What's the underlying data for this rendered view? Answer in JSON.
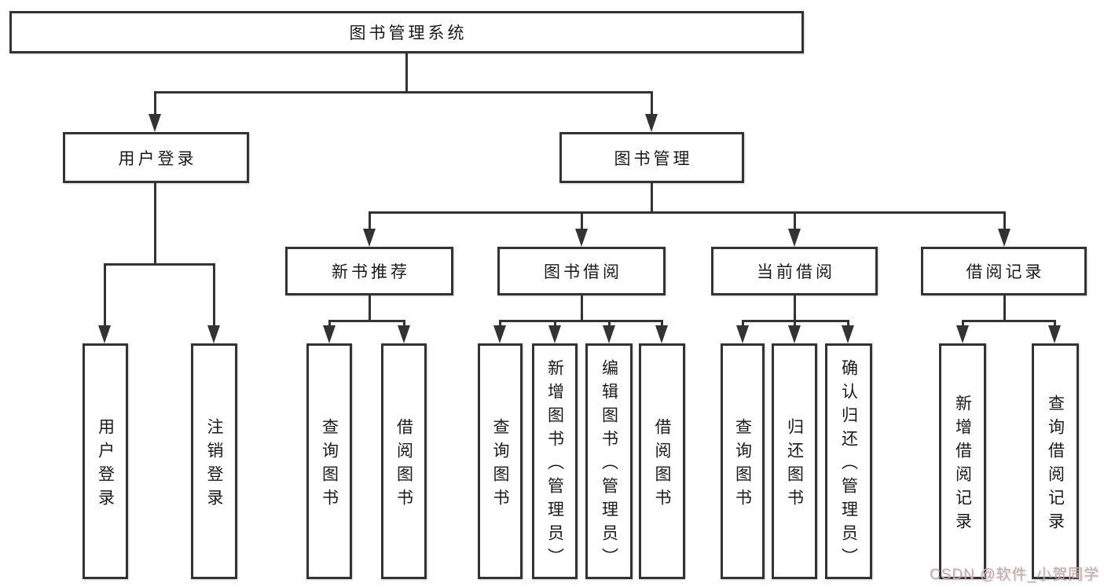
{
  "tree": {
    "label": "图书管理系统",
    "children": [
      {
        "label": "用户登录",
        "children": [
          {
            "label": "用户登录"
          },
          {
            "label": "注销登录"
          }
        ]
      },
      {
        "label": "图书管理",
        "children": [
          {
            "label": "新书推荐",
            "children": [
              {
                "label": "查询图书"
              },
              {
                "label": "借阅图书"
              }
            ]
          },
          {
            "label": "图书借阅",
            "children": [
              {
                "label": "查询图书"
              },
              {
                "label": "新增图书（管理员）"
              },
              {
                "label": "编辑图书（管理员）"
              },
              {
                "label": "借阅图书"
              }
            ]
          },
          {
            "label": "当前借阅",
            "children": [
              {
                "label": "查询图书"
              },
              {
                "label": "归还图书"
              },
              {
                "label": "确认归还（管理员）"
              }
            ]
          },
          {
            "label": "借阅记录",
            "children": [
              {
                "label": "新增借阅记录"
              },
              {
                "label": "查询借阅记录"
              }
            ]
          }
        ]
      }
    ]
  },
  "watermark": {
    "text": "CSDN @软件_小贺同学"
  },
  "colors": {
    "line": "#333333",
    "box_background": "#ffffff",
    "text": "#1a1a1a",
    "watermark": "#b6b6b6"
  }
}
